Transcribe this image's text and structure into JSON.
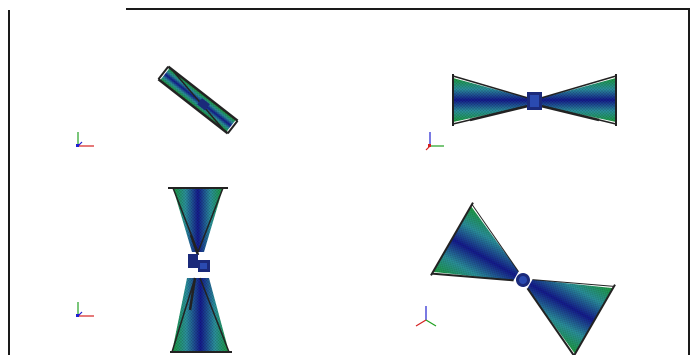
{
  "views": [
    {
      "id": "view-top-left",
      "object": "antenna-oblique",
      "axes": [
        "x",
        "y",
        "z"
      ]
    },
    {
      "id": "view-top-right",
      "object": "antenna-side",
      "axes": [
        "x",
        "y",
        "z"
      ]
    },
    {
      "id": "view-bottom-left",
      "object": "antenna-vertical",
      "axes": [
        "x",
        "y",
        "z"
      ]
    },
    {
      "id": "view-bottom-right",
      "object": "antenna-diagonal",
      "axes": [
        "x",
        "y",
        "z"
      ]
    }
  ],
  "colors": {
    "frame": "#1a1a1a",
    "mesh_edge": "#1c9a3c",
    "mesh_mid": "#2a7fbf",
    "mesh_center": "#141a8c",
    "strut": "#222222",
    "hub": "#1b2a7a",
    "axis_x": "#d42020",
    "axis_y": "#20a020",
    "axis_z": "#2020d0"
  },
  "icons": [
    "axis-triad-icon"
  ]
}
